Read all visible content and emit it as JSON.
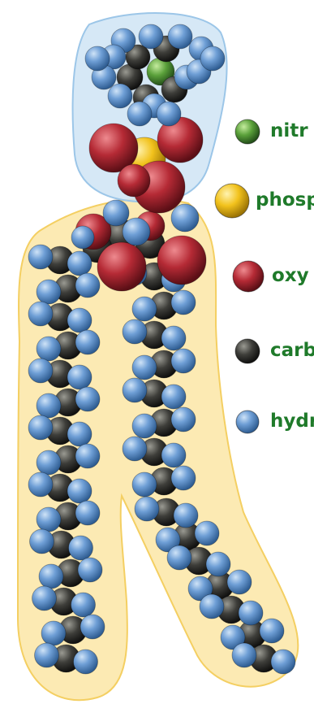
{
  "colors": {
    "label_text": "#1f7a2a",
    "nitrogen": "#5aa03a",
    "phosphorus": "#f2c21c",
    "oxygen": "#b52a35",
    "carbon": "#3e3e3a",
    "hydrogen": "#6f9fd6",
    "head_shell": "#cfe4f5",
    "tail_shell": "#fbe39a"
  },
  "legend": [
    {
      "element": "nitrogen",
      "label": "nitr"
    },
    {
      "element": "phosphorus",
      "label": "phosp"
    },
    {
      "element": "oxygen",
      "label": "oxy"
    },
    {
      "element": "carbon",
      "label": "carb"
    },
    {
      "element": "hydrogen",
      "label": "hydr"
    }
  ]
}
